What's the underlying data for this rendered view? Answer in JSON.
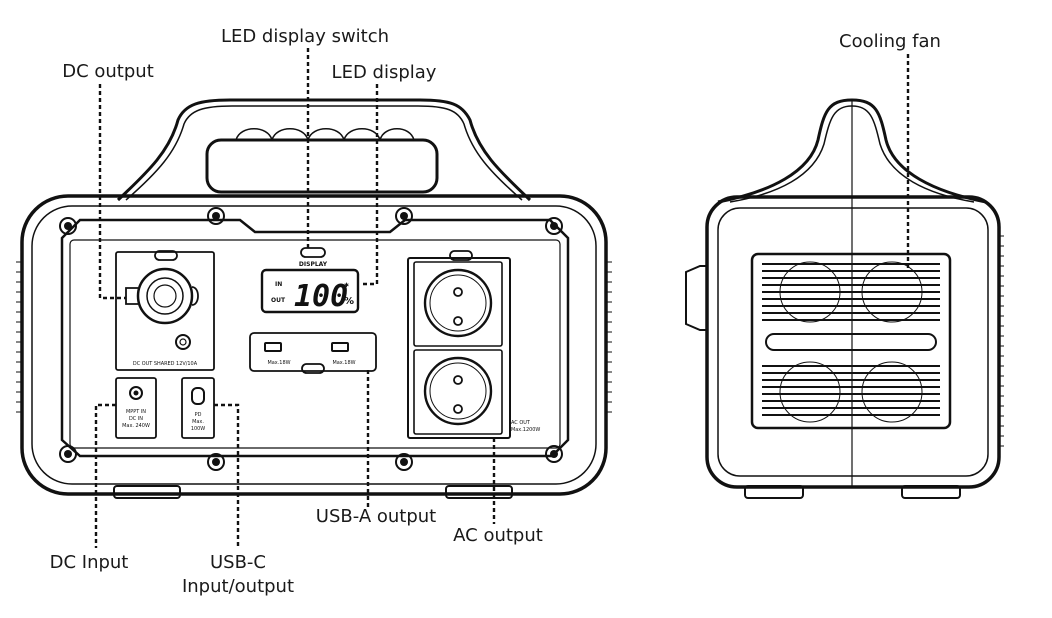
{
  "callouts": {
    "led_display_switch": "LED display switch",
    "dc_output": "DC output",
    "led_display": "LED display",
    "cooling_fan": "Cooling fan",
    "usb_a_output": "USB-A output",
    "ac_output": "AC output",
    "dc_input": "DC Input",
    "usb_c_line1": "USB-C",
    "usb_c_line2": "Input/output"
  },
  "panel": {
    "display_btn": "DISPLAY",
    "led_in": "IN",
    "led_out": "OUT",
    "led_value": "100",
    "led_percent": "%",
    "led_bt": "✱",
    "dc_out_label": "DC OUT SHARED 12V/10A",
    "usb_a_left": "Max.18W",
    "usb_a_right": "Max.18W",
    "mppt_1": "MPPT IN",
    "mppt_2": "DC IN",
    "mppt_3": "Max. 240W",
    "pd_1": "PD",
    "pd_2": "Max.",
    "pd_3": "100W",
    "ac_out_1": "AC OUT",
    "ac_out_2": "Max.1200W"
  },
  "icons": [
    "screw-icon",
    "bluetooth-icon",
    "socket-icon",
    "fan-grille-icon"
  ]
}
